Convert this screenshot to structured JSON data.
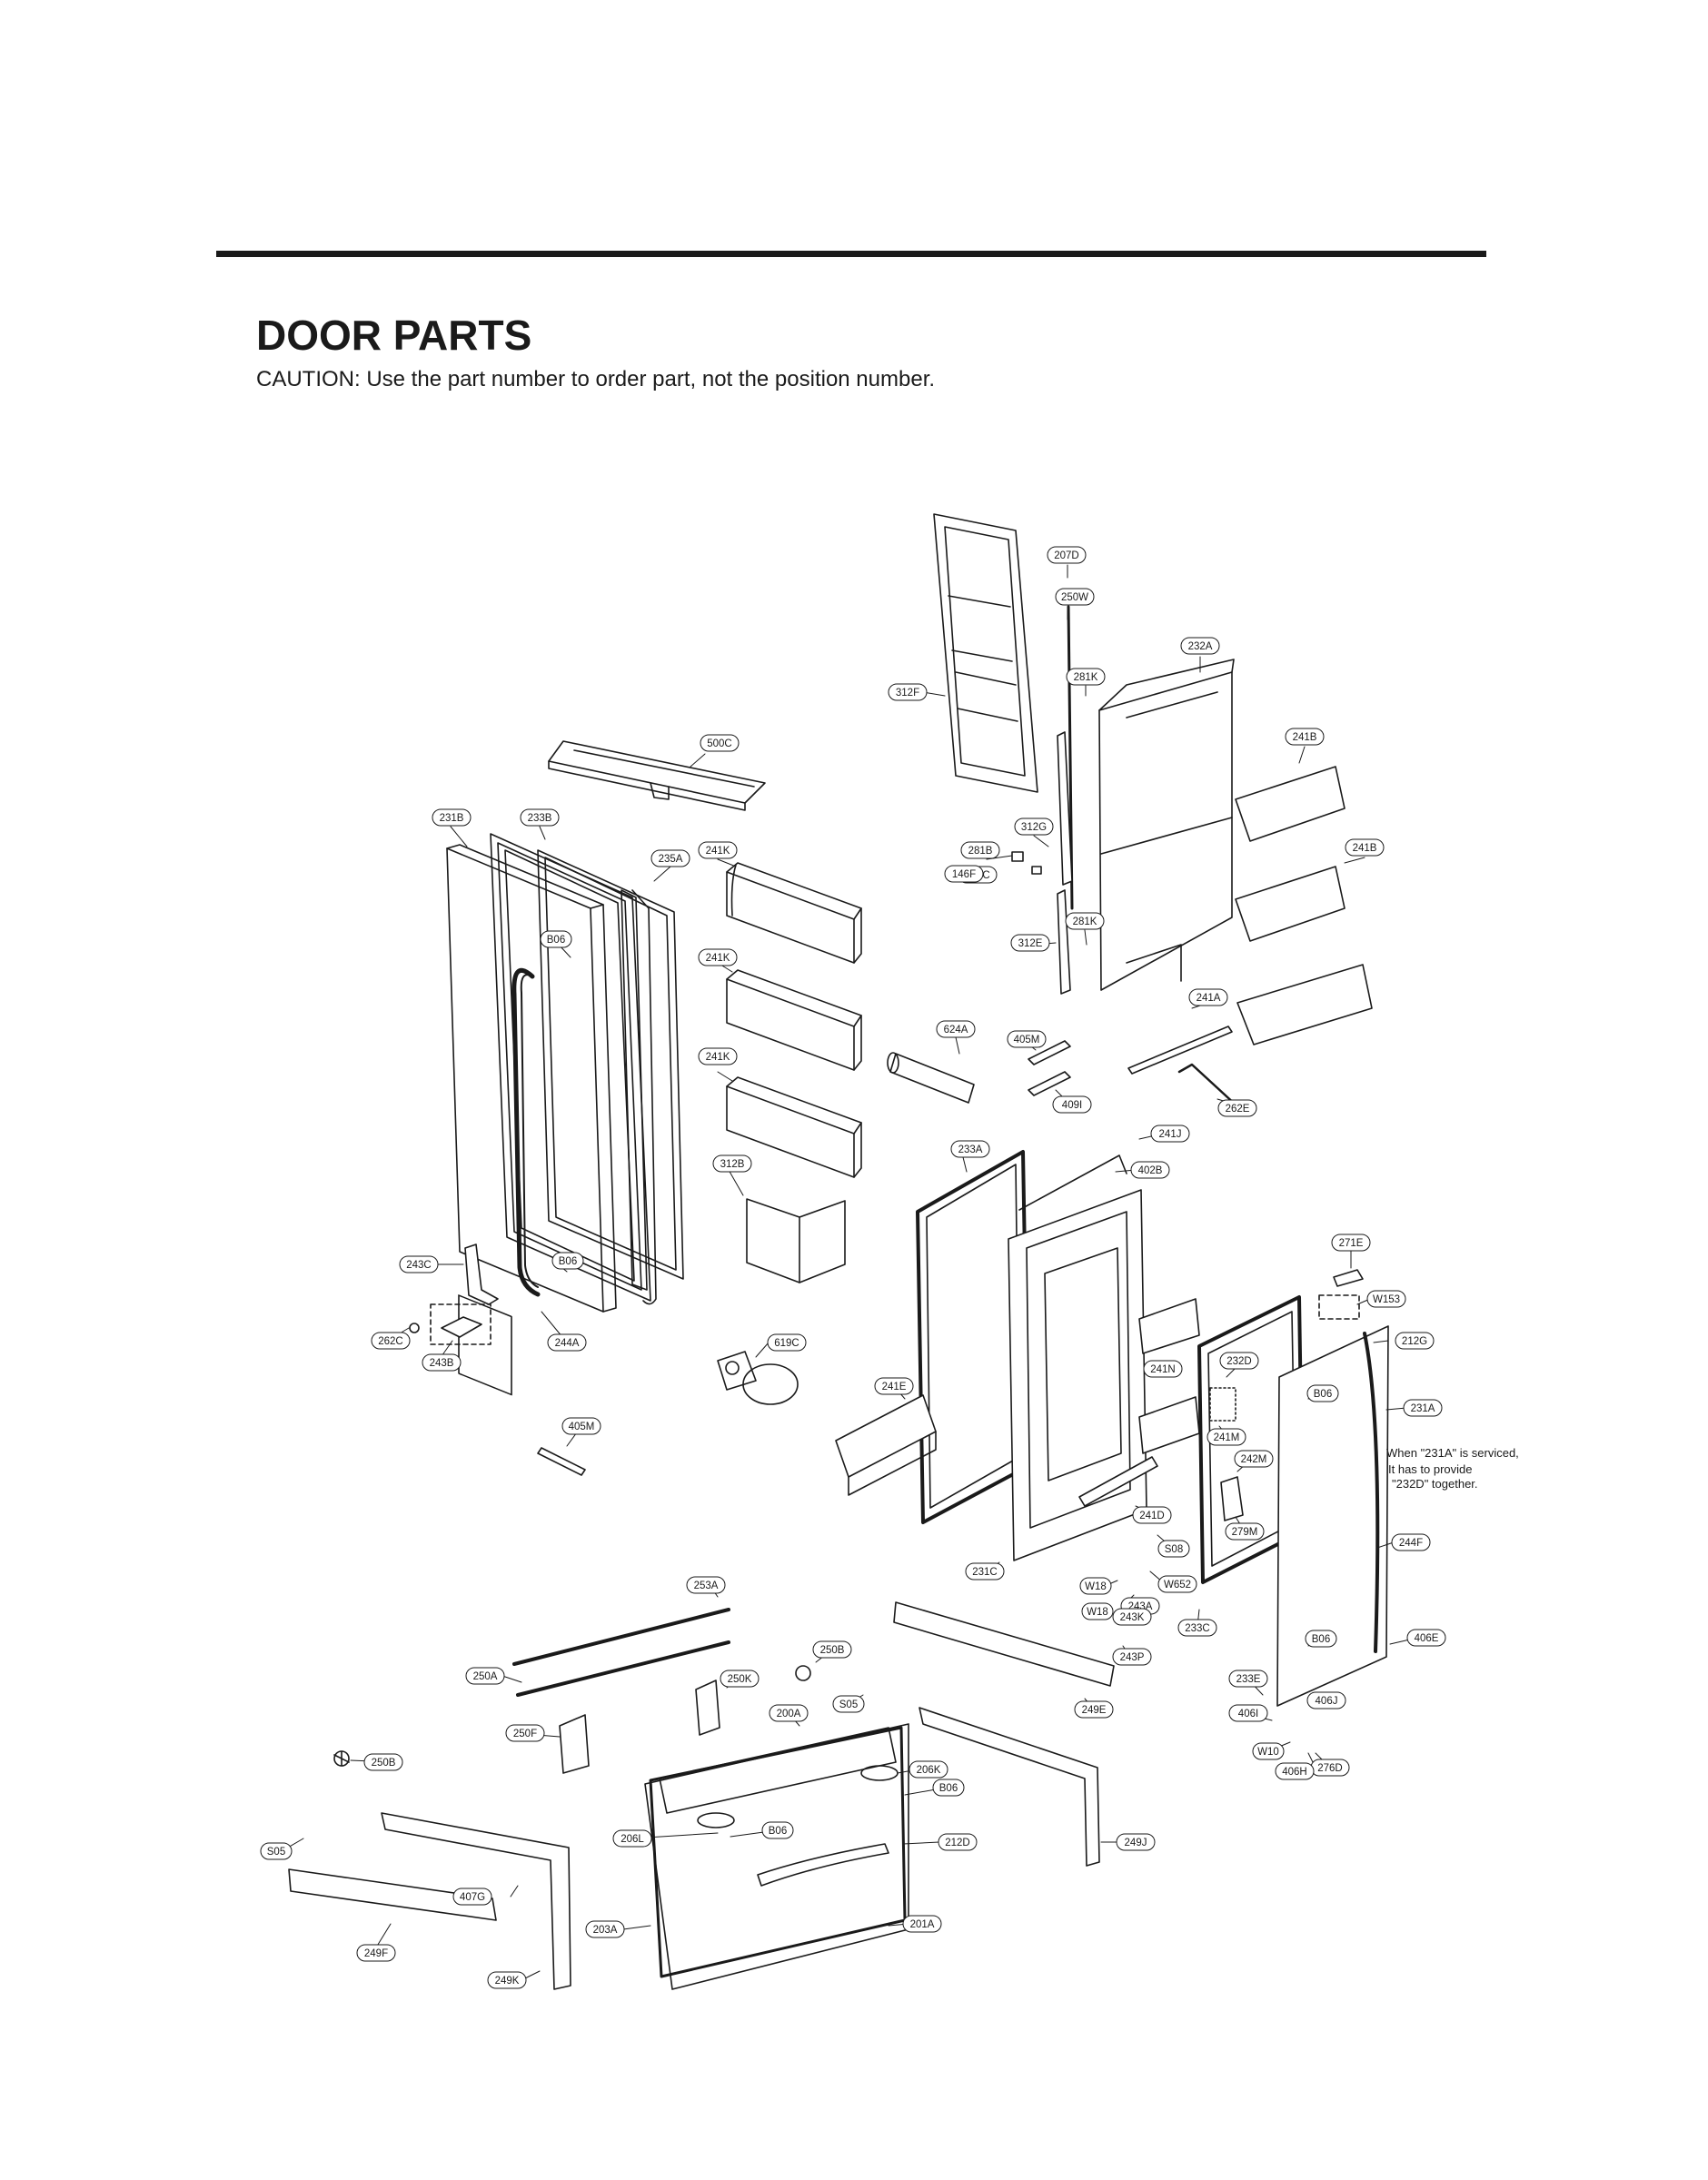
{
  "page": {
    "title": "DOOR PARTS",
    "caution": "CAUTION: Use the part number to order part, not the position number."
  },
  "note": {
    "line1": "When \"231A\" is serviced,",
    "line2": "It has to provide",
    "line3": "\"232D\" together."
  },
  "callouts": [
    "207D",
    "250W",
    "232A",
    "281K",
    "312F",
    "241B",
    "500C",
    "231B",
    "233B",
    "312G",
    "241K",
    "235A",
    "281B",
    "207C",
    "146F",
    "241B",
    "281K",
    "312E",
    "B06",
    "241K",
    "241A",
    "624A",
    "405M",
    "262E",
    "409I",
    "241K",
    "241J",
    "233A",
    "402B",
    "312B",
    "271E",
    "W153",
    "243C",
    "B06",
    "212G",
    "262C",
    "244A",
    "619C",
    "243B",
    "241N",
    "232D",
    "B06",
    "241E",
    "231A",
    "405M",
    "241M",
    "242M",
    "241D",
    "279M",
    "S08",
    "244F",
    "231C",
    "W652",
    "253A",
    "W18",
    "243A",
    "W18",
    "243K",
    "233C",
    "250B",
    "B06",
    "406E",
    "243P",
    "250A",
    "250K",
    "S05",
    "249E",
    "233E",
    "406J",
    "200A",
    "406I",
    "250F",
    "W10",
    "276D",
    "406H",
    "250B",
    "206K",
    "B06",
    "S05",
    "206L",
    "B06",
    "212D",
    "249J",
    "407G",
    "201A",
    "203A",
    "249F",
    "249K"
  ]
}
